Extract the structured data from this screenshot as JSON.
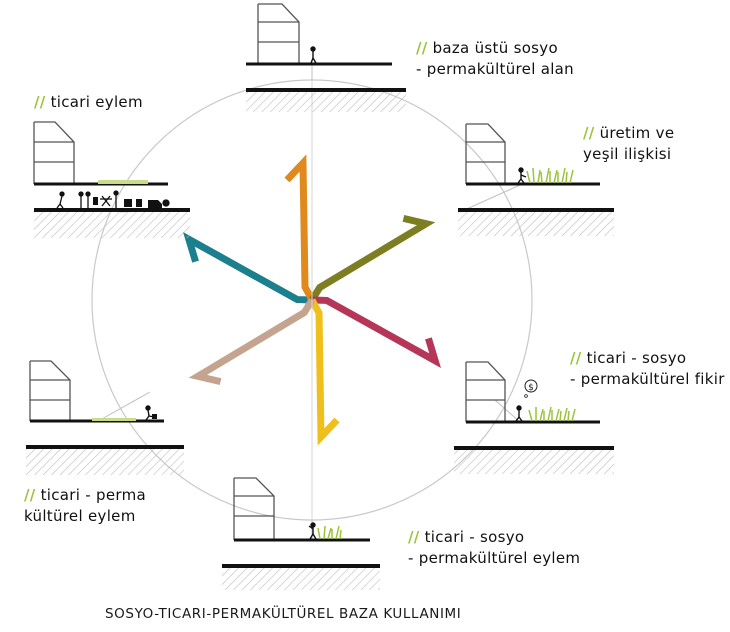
{
  "colors": {
    "orange": "#e08a1e",
    "teal": "#1b7f8e",
    "olive": "#7d7d22",
    "crimson": "#b53658",
    "yellow": "#efbf1c",
    "tan": "#c4a48f",
    "leaf": "#9bc43a"
  },
  "labels": {
    "top": {
      "l1": "baza üstü sosyo",
      "l2": "- permakültürel alan"
    },
    "top_left": {
      "l1": "ticari eylem"
    },
    "top_right": {
      "l1": "üretim ve",
      "l2": "yeşil ilişkisi"
    },
    "mid_right": {
      "l1": "ticari - sosyo",
      "l2": "- permakültürel fikir"
    },
    "bottom_left": {
      "l1": "ticari - perma",
      "l2": "kültürel eylem"
    },
    "bottom_right": {
      "l1": "ticari - sosyo",
      "l2": "- permakültürel eylem"
    }
  },
  "marker": "//",
  "coin_symbol": "$",
  "caption": "SOSYO-TICARI-PERMAKÜLTÜREL BAZA KULLANIMI"
}
